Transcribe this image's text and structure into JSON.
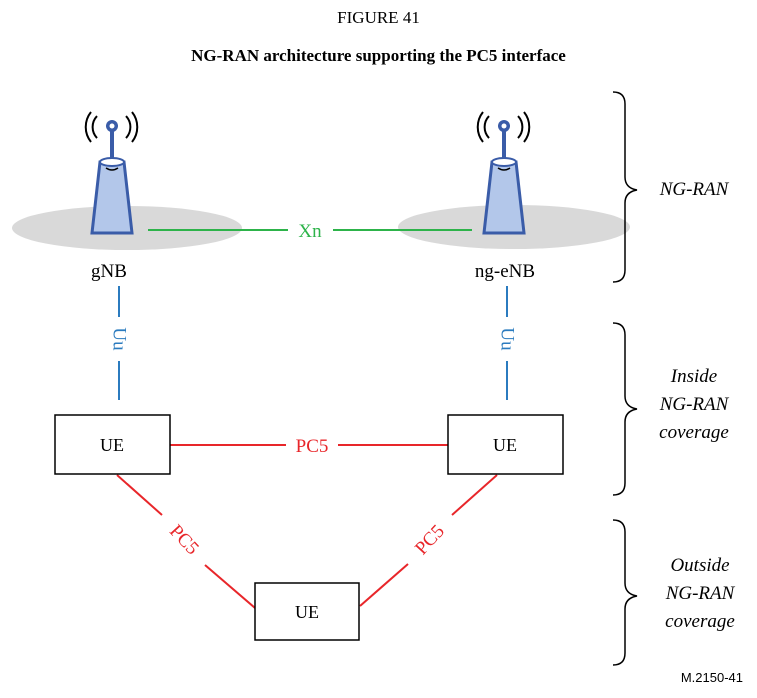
{
  "figure": {
    "number": "FIGURE 41",
    "title": "NG-RAN architecture supporting the PC5 interface",
    "reference": "M.2150-41"
  },
  "nodes": {
    "gnb_label": "gNB",
    "ngenb_label": "ng-eNB",
    "ue_left": "UE",
    "ue_right": "UE",
    "ue_bottom": "UE"
  },
  "links": {
    "xn": "Xn",
    "uu_left": "Uu",
    "uu_right": "Uu",
    "pc5_top": "PC5",
    "pc5_left": "PC5",
    "pc5_right": "PC5"
  },
  "regions": {
    "ngran": "NG-RAN",
    "inside": [
      "Inside",
      "NG-RAN",
      "coverage"
    ],
    "outside": [
      "Outside",
      "NG-RAN",
      "coverage"
    ]
  },
  "colors": {
    "xn_link": "#2db34a",
    "uu_link": "#2b7bbf",
    "pc5_link": "#e8262a",
    "antenna_fill": "#b3c7ea",
    "antenna_stroke": "#3a5ca8",
    "coverage_ellipse": "#d9d9d9"
  }
}
